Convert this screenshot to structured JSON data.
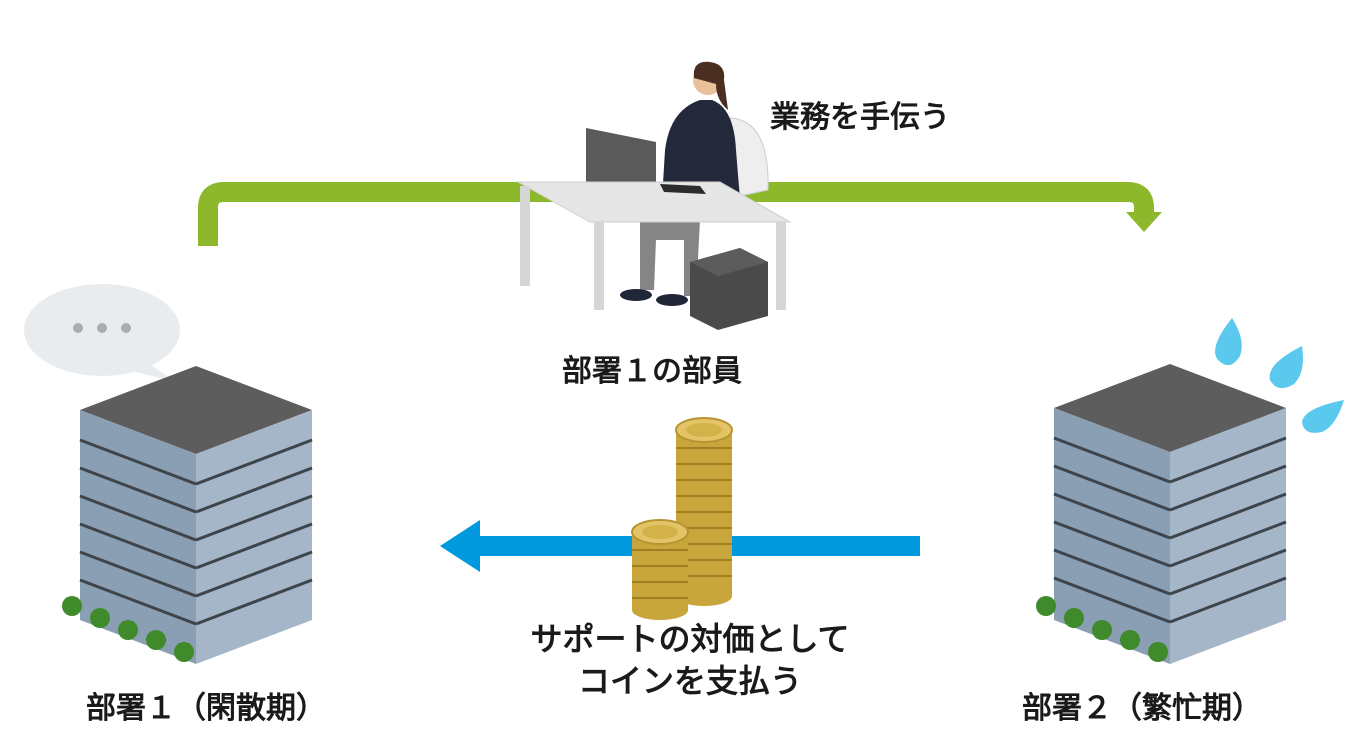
{
  "labels": {
    "help_task": "業務を手伝う",
    "member": "部署１の部員",
    "payment_line1": "サポートの対価として",
    "payment_line2": "コインを支払う",
    "dept1": "部署１（閑散期）",
    "dept2": "部署２（繁忙期）"
  },
  "colors": {
    "green_arrow": "#8db82b",
    "blue_arrow": "#0099dd",
    "coin": "#d4b24a",
    "building_glass": "#8a9eb4",
    "drops": "#5bc8ee"
  },
  "icons": {
    "speech_bubble": "ellipsis-speech-bubble-icon",
    "sweat_drops": "sweat-drops-icon"
  }
}
